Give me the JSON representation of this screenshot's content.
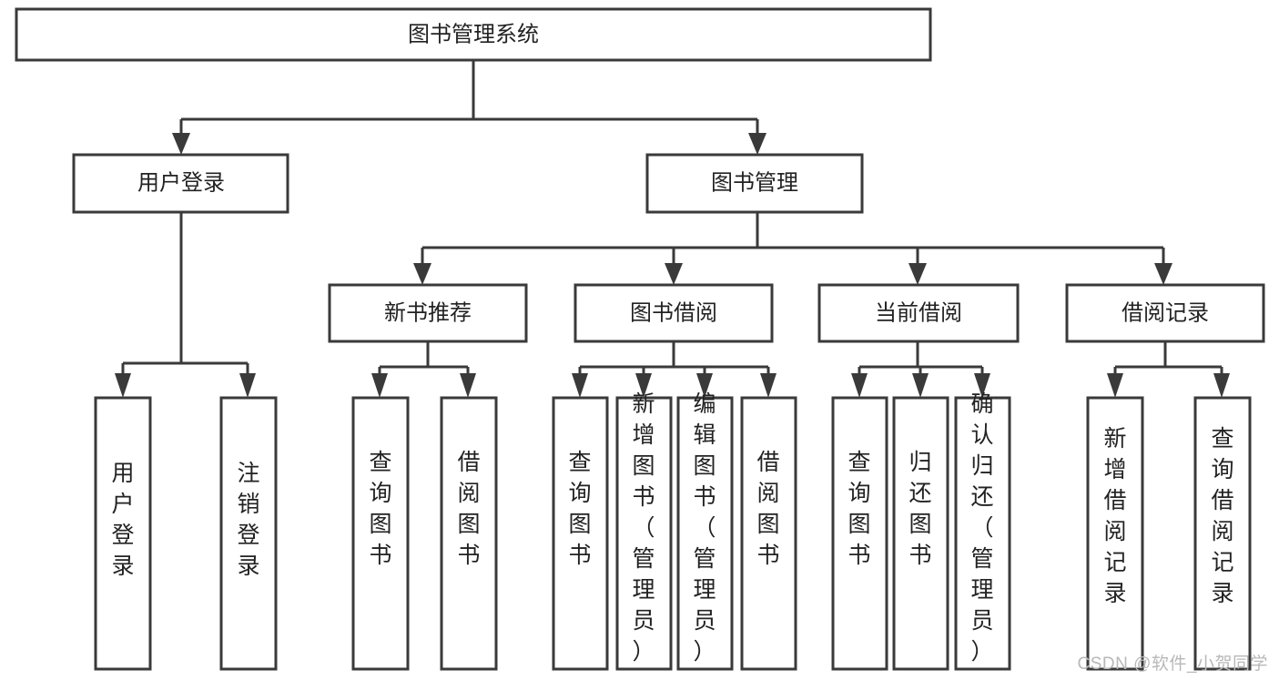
{
  "diagram": {
    "type": "tree-hierarchy",
    "title": "图书管理系统",
    "watermark": "CSDN @软件_小贺同学",
    "colors": {
      "box_stroke": "#3a3a3a",
      "box_fill": "#ffffff",
      "text": "#222222",
      "background": "#ffffff",
      "watermark": "#b8b8b8"
    },
    "levels": {
      "root": {
        "label": "图书管理系统"
      },
      "level2": [
        {
          "label": "用户登录"
        },
        {
          "label": "图书管理"
        }
      ],
      "level3": [
        {
          "label": "新书推荐"
        },
        {
          "label": "图书借阅"
        },
        {
          "label": "当前借阅"
        },
        {
          "label": "借阅记录"
        }
      ],
      "leaves_user_login": [
        {
          "label": "用户登录"
        },
        {
          "label": "注销登录"
        }
      ],
      "leaves_new_book": [
        {
          "label": "查询图书"
        },
        {
          "label": "借阅图书"
        }
      ],
      "leaves_borrow": [
        {
          "label": "查询图书"
        },
        {
          "label": "新增图书（管理员）"
        },
        {
          "label": "编辑图书（管理员）"
        },
        {
          "label": "借阅图书"
        }
      ],
      "leaves_current": [
        {
          "label": "查询图书"
        },
        {
          "label": "归还图书"
        },
        {
          "label": "确认归还（管理员）"
        }
      ],
      "leaves_records": [
        {
          "label": "新增借阅记录"
        },
        {
          "label": "查询借阅记录"
        }
      ]
    }
  }
}
